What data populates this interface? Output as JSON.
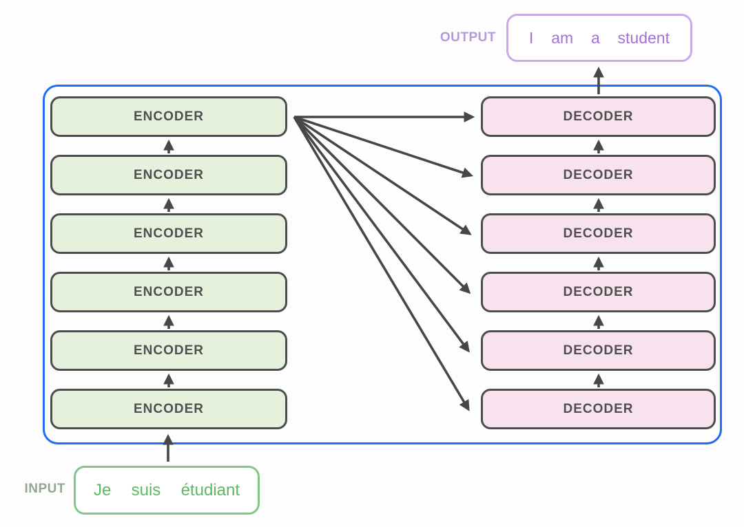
{
  "encoders": [
    "ENCODER",
    "ENCODER",
    "ENCODER",
    "ENCODER",
    "ENCODER",
    "ENCODER"
  ],
  "decoders": [
    "DECODER",
    "DECODER",
    "DECODER",
    "DECODER",
    "DECODER",
    "DECODER"
  ],
  "output": {
    "label": "OUTPUT",
    "words": [
      "I",
      "am",
      "a",
      "student"
    ]
  },
  "input": {
    "label": "INPUT",
    "words": [
      "Je",
      "suis",
      "étudiant"
    ]
  },
  "colors": {
    "container_border": "#1f6cf0",
    "block_border": "#4d4d4d",
    "block_text": "#4f4f4f",
    "encoder_fill": "#e5f0dd",
    "decoder_fill": "#f8e2ee",
    "arrow": "#474747",
    "output_border": "#c9aae6",
    "output_text": "#a76fd8",
    "output_label": "#b19bd8",
    "input_border": "#84c687",
    "input_text": "#5fb763",
    "input_label": "#92a892"
  }
}
